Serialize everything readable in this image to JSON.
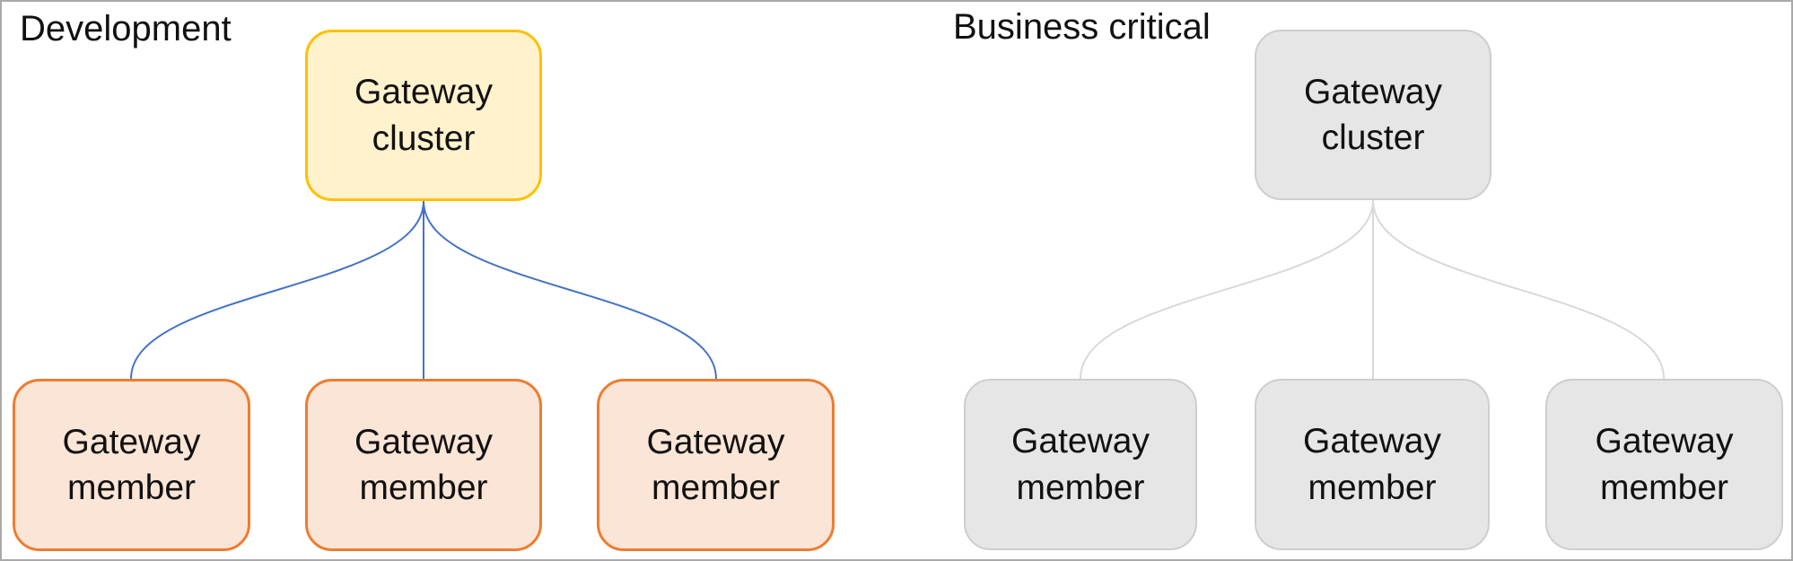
{
  "colors": {
    "dev-cluster-fill": "#FFF2CC",
    "dev-cluster-border": "#FFC000",
    "dev-member-fill": "#FBE5D6",
    "dev-member-border": "#ED7D31",
    "dev-connector": "#4472C4",
    "bc-fill": "#E7E6E6",
    "bc-border": "#CFCDCD",
    "bc-connector": "#D9D9D9",
    "text": "#111111",
    "canvas-border": "#A9A9A9",
    "canvas-bg": "#FFFFFF"
  },
  "groups": [
    {
      "title": "Development",
      "cluster": {
        "label": "Gateway cluster"
      },
      "members": [
        {
          "label": "Gateway member"
        },
        {
          "label": "Gateway member"
        },
        {
          "label": "Gateway member"
        }
      ]
    },
    {
      "title": "Business critical",
      "cluster": {
        "label": "Gateway cluster"
      },
      "members": [
        {
          "label": "Gateway member"
        },
        {
          "label": "Gateway member"
        },
        {
          "label": "Gateway member"
        }
      ]
    }
  ]
}
